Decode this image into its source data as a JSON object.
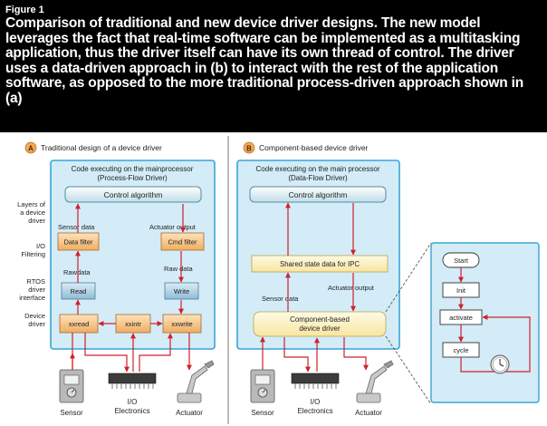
{
  "caption": {
    "figure_label": "Figure 1",
    "text": "Comparison of traditional and new device driver designs. The new model leverages the fact that real-time software can be implemented as a multitasking application, thus the driver itself can have its own thread of control. The driver uses a data-driven approach in (b) to interact with the rest of the application software, as opposed to the more traditional process-driven approach shown in (a)"
  },
  "panel_a": {
    "badge": "A",
    "title": "Traditional design of a device driver",
    "box_title_1": "Code executing on the mainprocessor",
    "box_title_2": "(Process-Flow Driver)",
    "control": "Control algorithm",
    "sensor_data": "Sensor data",
    "actuator_output": "Actuator output",
    "data_filter": "Data filter",
    "cmd_filter": "Cmd filter",
    "rawdata_left": "Rawdata",
    "rawdata_right": "Raw data",
    "read": "Read",
    "write": "Write",
    "xxread": "xxread",
    "xxintr": "xxintr",
    "xxwrite": "xxwrite"
  },
  "row_labels": {
    "layers": [
      "Layers of",
      "a device",
      "driver"
    ],
    "io": [
      "I/O",
      "Filtering"
    ],
    "rtos": [
      "RTOS",
      "driver",
      "interface"
    ],
    "device": [
      "Device",
      "driver"
    ]
  },
  "panel_b": {
    "badge": "B",
    "title": "Component-based device driver",
    "box_title_1": "Code executing on the main processor",
    "box_title_2": "(Data-Flow Driver)",
    "control": "Control algorithm",
    "shared": "Shared state data for IPC",
    "sensor_data": "Sensor data",
    "actuator_output": "Actuator output",
    "component_1": "Component-based",
    "component_2": "device driver"
  },
  "state_machine": {
    "start": "Start",
    "init": "Init",
    "activate": "activate",
    "cycle": "cycle"
  },
  "bottom": {
    "sensor_a": "Sensor",
    "io_a_1": "I/O",
    "io_a_2": "Electronics",
    "actuator_a": "Actuator",
    "sensor_b": "Sensor",
    "io_b_1": "I/O",
    "io_b_2": "Electronics",
    "actuator_b": "Actuator"
  },
  "colors": {
    "arrow": "#d0202c",
    "panel_fill": "#d3ecf8",
    "panel_border": "#3aa3d6",
    "orange_box": "#f5c488",
    "blue_box": "#a9cde2",
    "yellow_box": "#fbf0bd",
    "badge": "#f0a95a"
  }
}
